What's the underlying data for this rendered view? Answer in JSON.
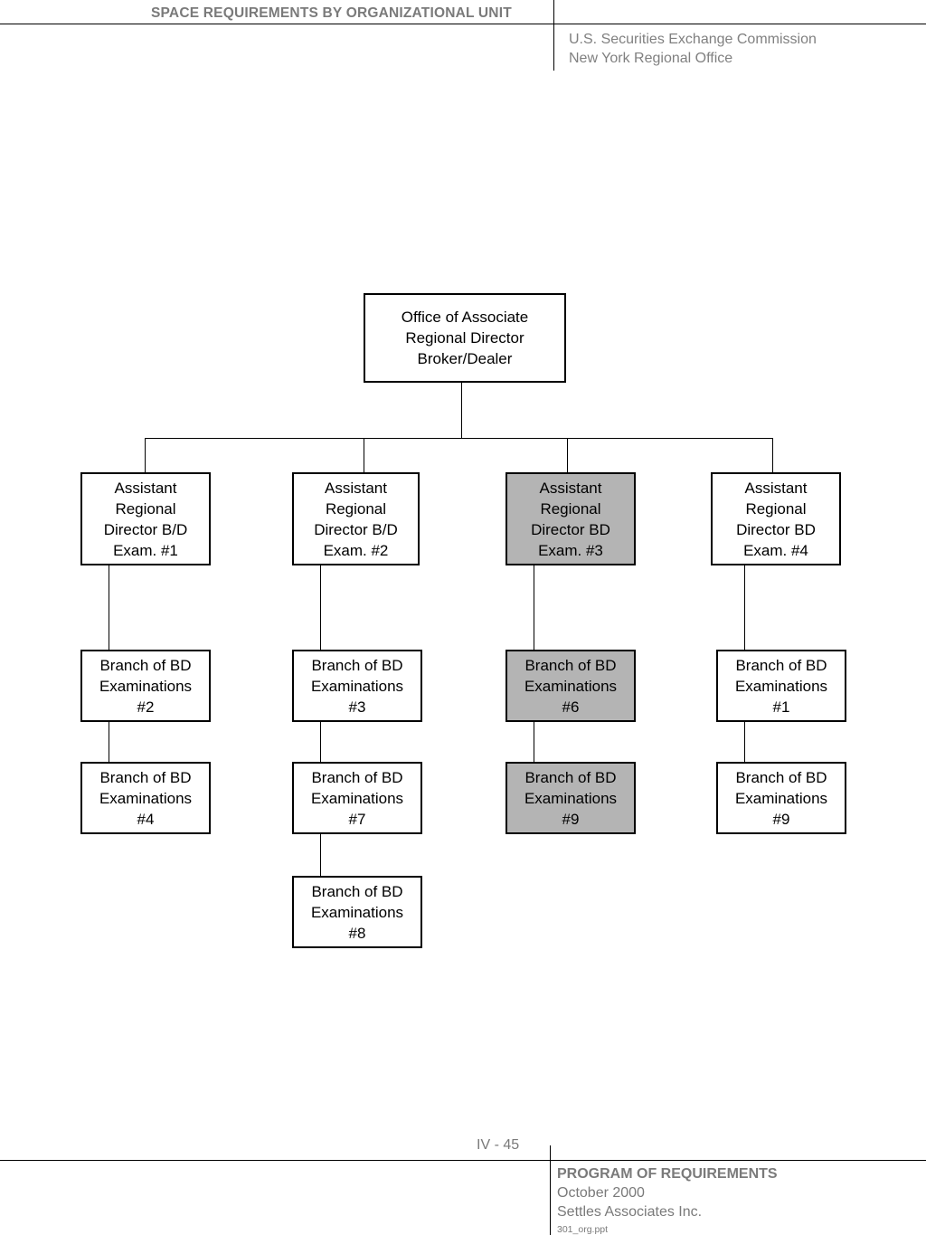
{
  "header": {
    "title": "SPACE REQUIREMENTS BY ORGANIZATIONAL UNIT",
    "org_line1": "U.S. Securities Exchange Commission",
    "org_line2": "New York Regional Office"
  },
  "org_chart": {
    "root": "Office of Associate\nRegional Director\nBroker/Dealer",
    "assistants": [
      "Assistant\nRegional\nDirector B/D\nExam. #1",
      "Assistant\nRegional\nDirector B/D\nExam. #2",
      "Assistant\nRegional\nDirector BD\nExam. #3",
      "Assistant\nRegional\nDirector BD\nExam. #4"
    ],
    "branches": [
      [
        "Branch of BD\nExaminations\n#2",
        "Branch of BD\nExaminations\n#4"
      ],
      [
        "Branch of BD\nExaminations\n#3",
        "Branch of BD\nExaminations\n#7",
        "Branch of BD\nExaminations\n#8"
      ],
      [
        "Branch of BD\nExaminations\n#6",
        "Branch of BD\nExaminations\n#9"
      ],
      [
        "Branch of BD\nExaminations\n#1",
        "Branch of BD\nExaminations\n#9"
      ]
    ],
    "highlight_color": "#b4b4b4"
  },
  "footer": {
    "page_number": "IV - 45",
    "program_title": "PROGRAM OF REQUIREMENTS",
    "date": "October 2000",
    "company": "Settles Associates Inc.",
    "file_name": "301_org.ppt"
  }
}
